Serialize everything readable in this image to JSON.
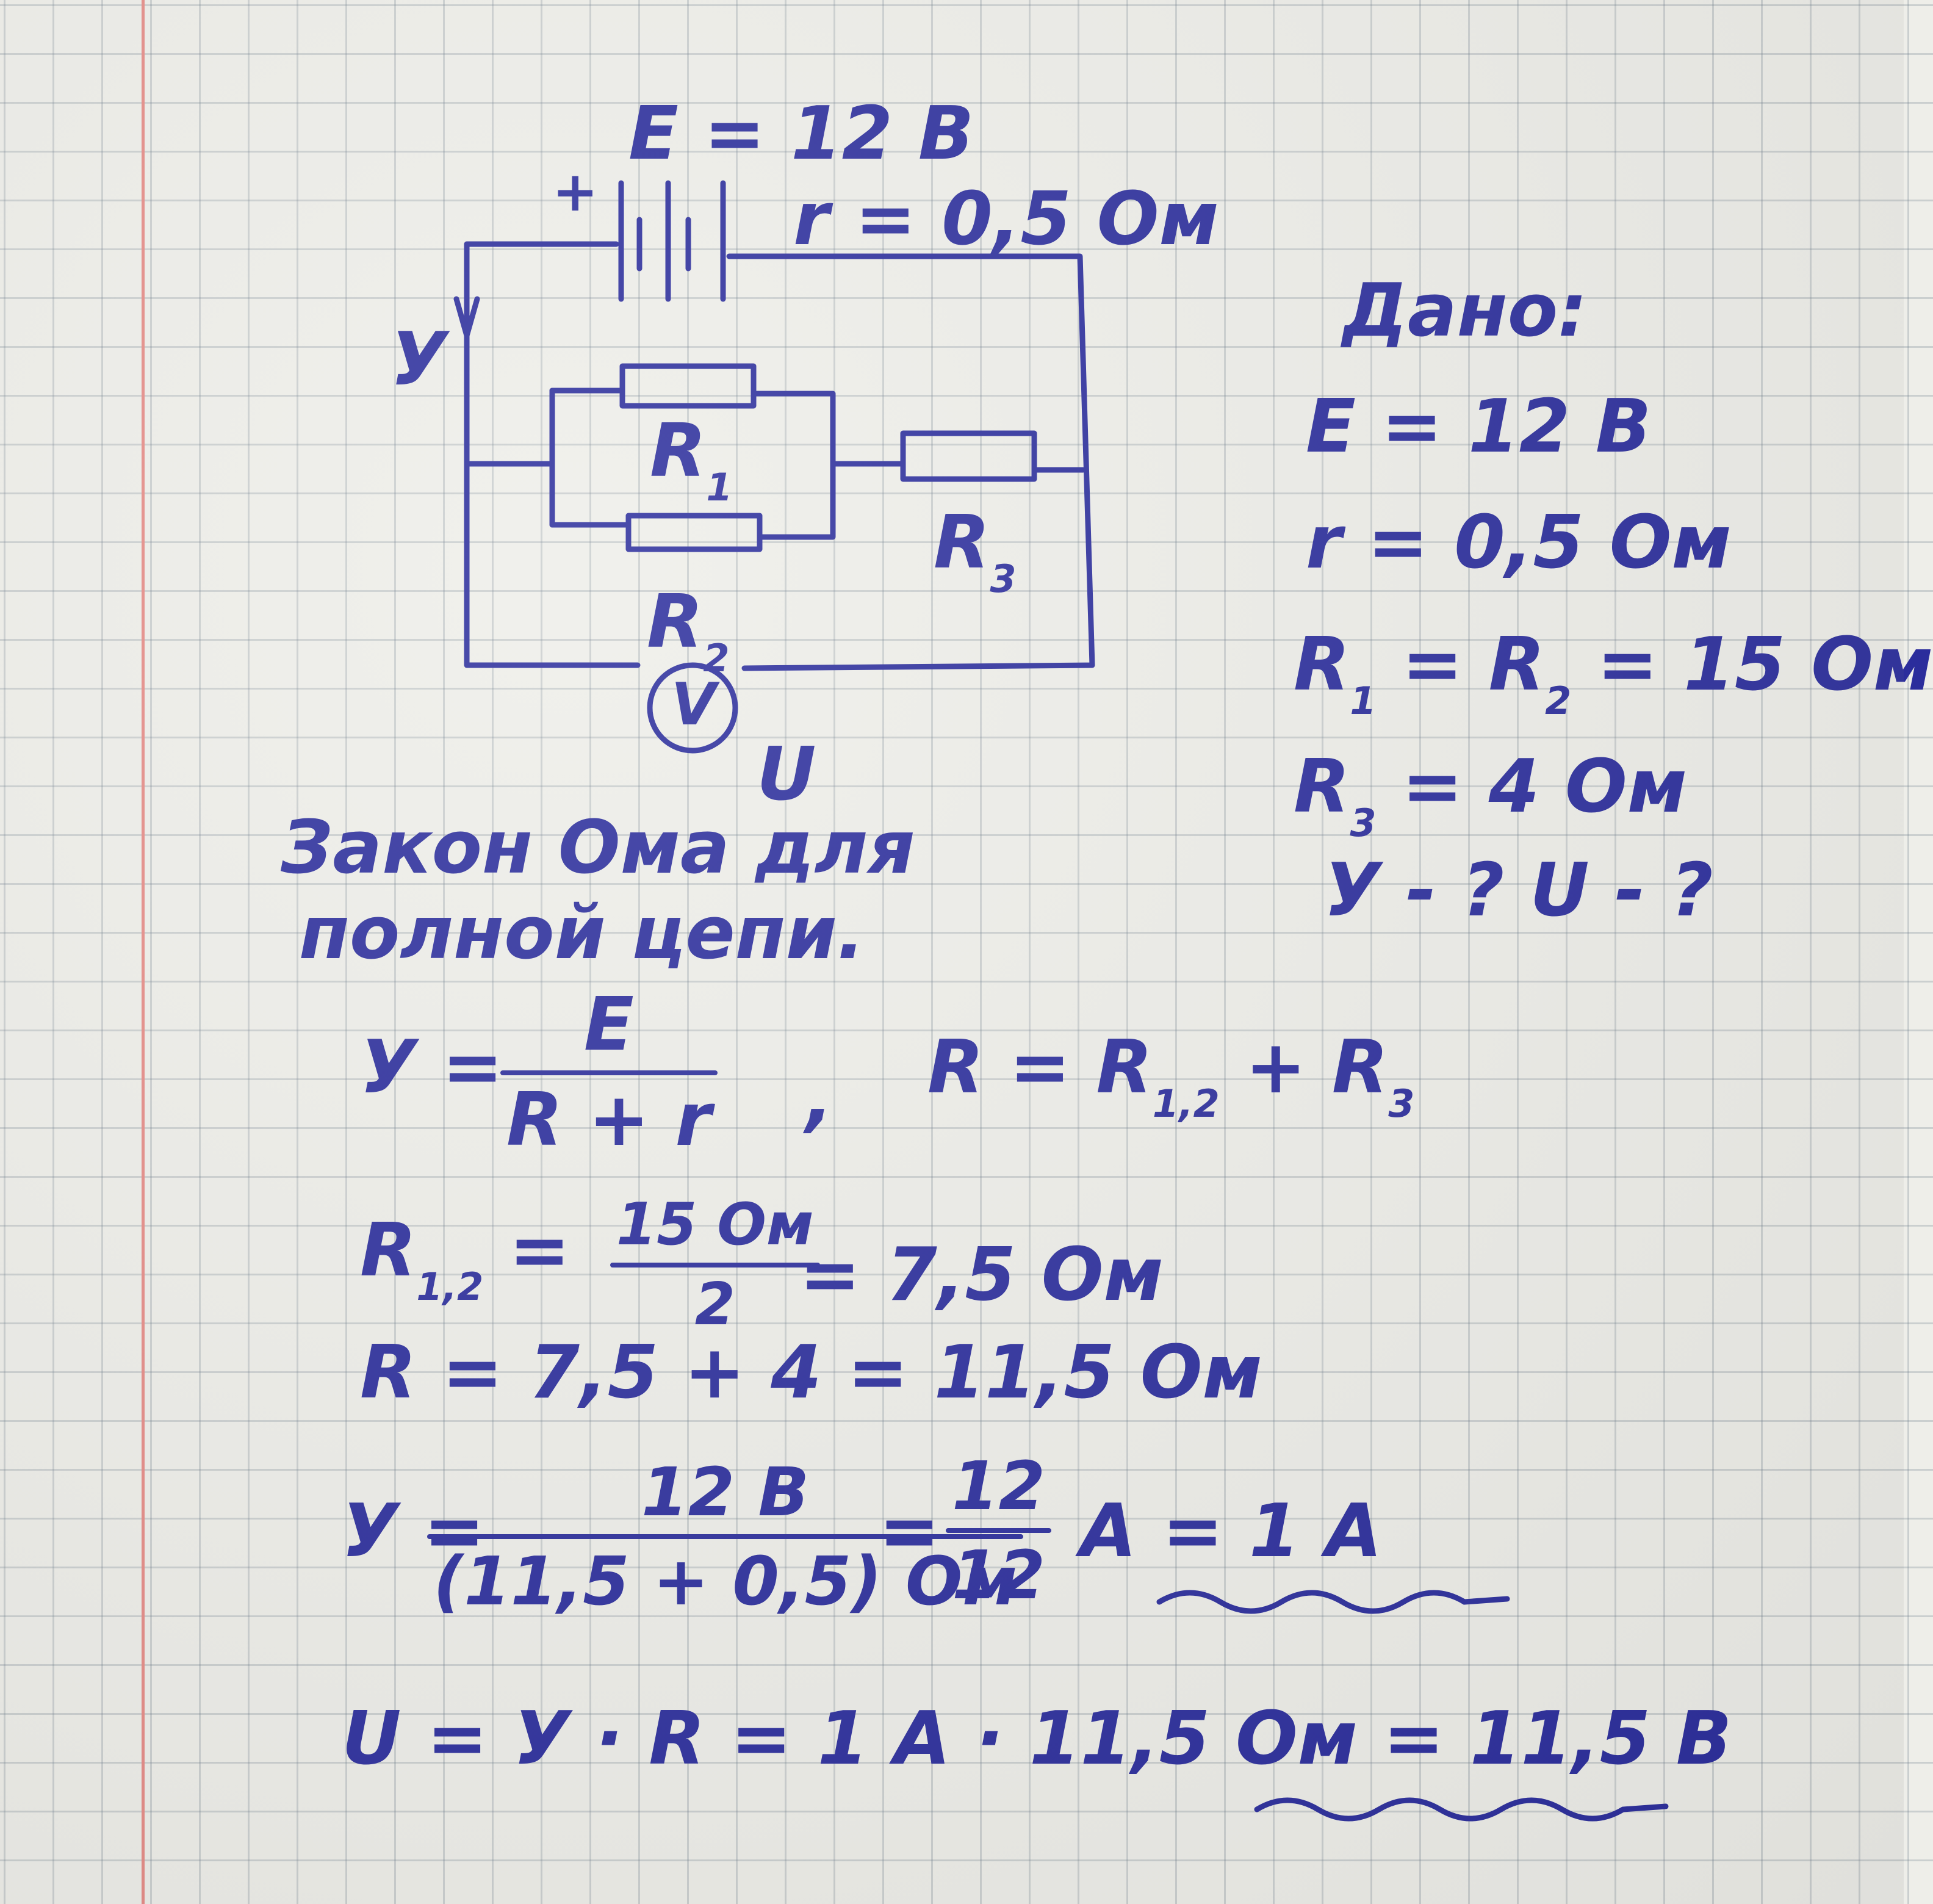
{
  "circuit": {
    "emf_label": "E = 12 В",
    "plus_sign": "+",
    "internal_r_label": "r = 0,5 Ом",
    "current_symbol": "У",
    "r1": "R",
    "r1_sub": "1",
    "r2": "R",
    "r2_sub": "2",
    "r3": "R",
    "r3_sub": "3",
    "voltmeter": "V",
    "voltage_symbol": "U"
  },
  "given": {
    "title": "Дано:",
    "e": "E = 12 В",
    "r": "r = 0,5 Ом",
    "r12_a": "R",
    "r12_a_sub": "1",
    "r12_b": " = R",
    "r12_b_sub": "2",
    "r12_val": " = 15 Ом",
    "r3": "R",
    "r3_sub": "3",
    "r3_val": " = 4 Ом",
    "find": "У - ? U - ?"
  },
  "solution": {
    "heading_line1": "Закон Ома для",
    "heading_line2": "полной цепи.",
    "eq1_lhs": "У =",
    "eq1_num": "E",
    "eq1_den": "R + r",
    "eq1_sep": ",",
    "eq2_lhs": "R = R",
    "eq2_sub": "1,2",
    "eq2_mid": " + R",
    "eq2_sub2": "3",
    "eq3_lhs": "R",
    "eq3_sub": "1,2",
    "eq3_eq": " =",
    "eq3_num": "15 Ом",
    "eq3_den": "2",
    "eq3_rhs": "= 7,5 Ом",
    "eq4": "R = 7,5 + 4 = 11,5 Ом",
    "eq5_lhs": "У =",
    "eq5_num": "12 В",
    "eq5_den": "(11,5 + 0,5) Ом",
    "eq5_eq": "=",
    "eq5_num2": "12",
    "eq5_den2": "12",
    "eq5_rhs": "A = ",
    "eq5_answer": "1 A",
    "eq6": "U = У · R = 1 A · 11,5 Ом = ",
    "eq6_answer": "11,5 В"
  }
}
